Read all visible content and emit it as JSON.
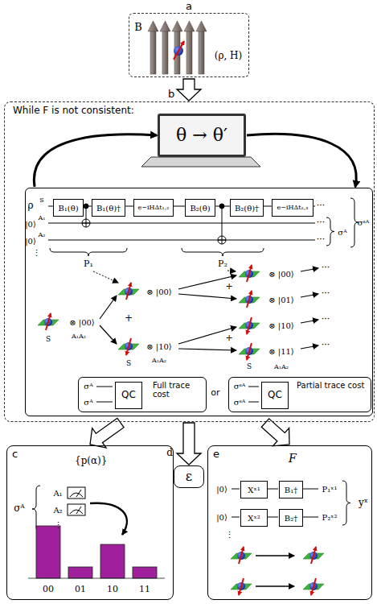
{
  "diagram": {
    "nodes": [
      {
        "text": [
          "a"
        ]
      },
      {
        "text": [
          "b",
          "While F is not consistent:"
        ]
      },
      {
        "text": [
          "θ → θ′"
        ],
        "in": 1
      },
      {
        "text": [],
        "in": 1
      },
      {
        "text": [
          "B₁(θ)"
        ],
        "in": 3
      },
      {
        "text": [
          "B₁(θ)†"
        ],
        "in": 3
      },
      {
        "text": [
          "e−iHΔt₁,₂"
        ],
        "in": 3
      },
      {
        "text": [
          "B₂(θ)"
        ],
        "in": 3
      },
      {
        "text": [
          "B₂(θ)†"
        ],
        "in": 3
      },
      {
        "text": [
          "e−iHΔt₂,₃"
        ],
        "in": 3
      },
      {
        "text": [
          "Full trace cost"
        ],
        "in": 3
      },
      {
        "text": [
          "QC"
        ],
        "in": 10
      },
      {
        "text": [
          "Partial trace cost"
        ],
        "in": 3
      },
      {
        "text": [
          "QC"
        ],
        "in": 12
      },
      {
        "text": [
          "c",
          "{p(α)}"
        ]
      },
      {
        "text": [
          "ε"
        ]
      },
      {
        "text": [
          "e",
          "F"
        ]
      },
      {
        "text": [
          "Xˣ¹"
        ],
        "in": 16
      },
      {
        "text": [
          "B₁†"
        ],
        "in": 16
      },
      {
        "text": [
          "Xˣ²"
        ],
        "in": 16
      },
      {
        "text": [
          "B₂†"
        ],
        "in": 16
      }
    ],
    "edges": [
      {
        "from": 0,
        "to": 1,
        "arrow": "to"
      },
      {
        "from": 2,
        "to": 3,
        "arrow": "to"
      },
      {
        "from": 3,
        "to": 2,
        "arrow": "to"
      },
      {
        "from": 1,
        "to": 14,
        "arrow": "to"
      },
      {
        "from": 1,
        "to": 15,
        "arrow": "to"
      },
      {
        "from": 1,
        "to": 16,
        "arrow": "to"
      }
    ],
    "labels": [
      "B",
      "(ρ, H)",
      "ρ",
      "S",
      "|0⟩",
      "A₁",
      "|0⟩",
      "A₂",
      "⋮",
      "···",
      "···",
      "···",
      "σᴬ",
      "σˢᴬ",
      "P₁",
      "P₂",
      "⊗ |00⟩",
      "A₁A₂",
      "S",
      "⊗ |00⟩",
      "+",
      "⊗ |10⟩",
      "S",
      "A₁A₂",
      "⊗ |00⟩",
      "+",
      "⊗ |01⟩",
      "⊗ |10⟩",
      "+",
      "⊗ |11⟩",
      "S",
      "A₁A₂",
      "···",
      "···",
      "···",
      "···",
      "σᴬ",
      "σᴬ",
      "or",
      "σˢᴬ",
      "σˢᴬ",
      "σᴬ",
      "A₁",
      "A₂",
      "⋮",
      "00",
      "01",
      "10",
      "11",
      "d",
      "|0⟩",
      "|0⟩",
      "P₁ˣ¹",
      "P₂ˣ²",
      "⋮",
      "yˣ"
    ]
  }
}
